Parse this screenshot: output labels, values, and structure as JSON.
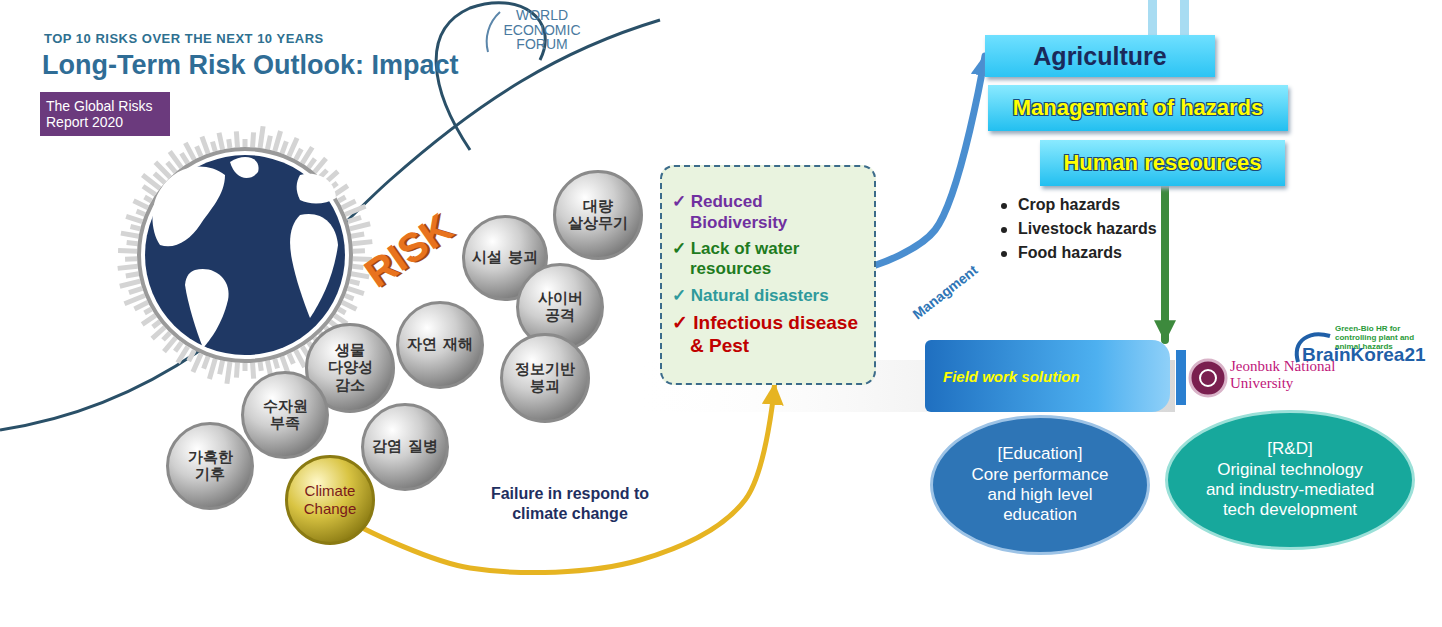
{
  "diagram": {
    "title": "Long-Term Risk Outlook: Impact",
    "nodes": [
      {
        "text": [
          "The Global Risks Report 2020"
        ]
      },
      {
        "text": [
          "대량 살상무기"
        ]
      },
      {
        "text": [
          "시설 붕괴"
        ]
      },
      {
        "text": [
          "사이버 공격"
        ]
      },
      {
        "text": [
          "자연 재해"
        ]
      },
      {
        "text": [
          "정보기반 붕괴"
        ]
      },
      {
        "text": [
          "생물 다양성 감소"
        ]
      },
      {
        "text": [
          "수자원 부족"
        ]
      },
      {
        "text": [
          "감염 질병"
        ]
      },
      {
        "text": [
          "가혹한 기후"
        ]
      },
      {
        "text": [
          "Climate Change"
        ]
      },
      {
        "text": [
          "✓ Reduced Biodiversity",
          "✓ Lack of water resources",
          "✓ Natural disasters",
          "✓ Infectious disease & Pest"
        ]
      },
      {
        "text": [
          "Agriculture"
        ]
      },
      {
        "text": [
          "Management of hazards"
        ]
      },
      {
        "text": [
          "Human reseources"
        ]
      },
      {
        "text": [
          "Field work solution"
        ]
      },
      {
        "text": [
          "[Education]",
          "Core performance and high level education"
        ]
      },
      {
        "text": [
          "[R&D]",
          "Original technology and industry-mediated tech development"
        ]
      }
    ],
    "edges": [
      {
        "from": 10,
        "to": 11,
        "label": "Failure in respond to climate change",
        "arrow": "to"
      },
      {
        "from": 11,
        "to": 12,
        "label": "Managment",
        "arrow": "to"
      },
      {
        "from": 14,
        "to": 15,
        "arrow": "to"
      }
    ],
    "labels": [
      "TOP 10 RISKS OVER THE NEXT 10 YEARS",
      "WORLD ECONOMIC FORUM",
      "RISK",
      "Crop hazards",
      "Livestock hazards",
      "Food hazards",
      "Jeonbuk National University",
      "Green-Bio HR for controlling plant and animal hazards",
      "BrainKorea21"
    ]
  }
}
